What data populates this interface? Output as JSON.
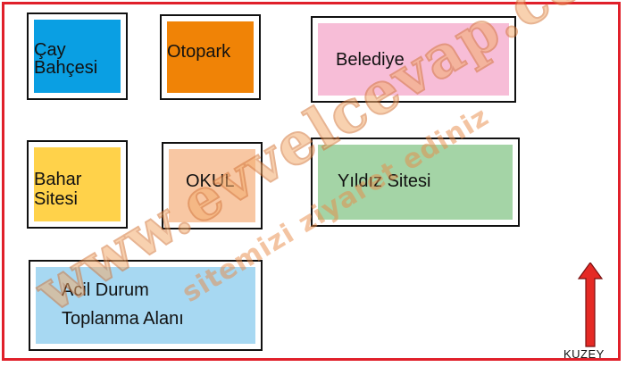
{
  "map": {
    "border_color": "#e0202a",
    "blocks": [
      {
        "id": "cay-bahcesi",
        "label_lines": [
          "Çay",
          "Bahçesi"
        ],
        "color": "#0a9fe3"
      },
      {
        "id": "otopark",
        "label_lines": [
          "Otopark"
        ],
        "color": "#f08306"
      },
      {
        "id": "belediye",
        "label_lines": [
          "Belediye"
        ],
        "color": "#f7bdd7"
      },
      {
        "id": "bahar-sitesi",
        "label_lines": [
          "Bahar",
          "Sitesi"
        ],
        "color": "#ffd24a"
      },
      {
        "id": "okul",
        "label_lines": [
          "OKUL"
        ],
        "color": "#f8c7a3"
      },
      {
        "id": "yildiz-sitesi",
        "label_lines": [
          "Yıldız Sitesi"
        ],
        "color": "#a4d4a6"
      },
      {
        "id": "acil-durum",
        "label_lines": [
          "Acil Durum",
          "Toplanma Alanı"
        ],
        "color": "#a7d8f2"
      }
    ],
    "compass": {
      "label": "KUZEY",
      "arrow_icon": "north-arrow-icon",
      "arrow_color": "#e52a25"
    }
  },
  "watermark": {
    "main_text": "www.evvelcevap.com",
    "sub_text": "sitemizi ziyaret ediniz"
  }
}
